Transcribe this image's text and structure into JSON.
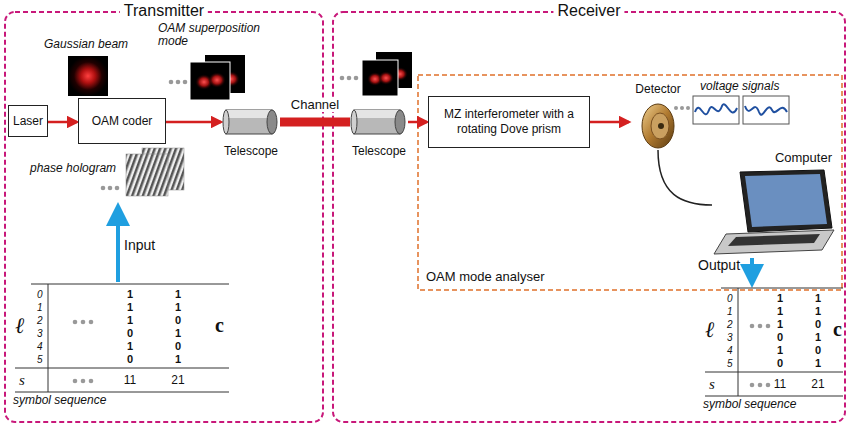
{
  "diagram": {
    "nodes": [
      {
        "text": [
          "Transmitter"
        ]
      },
      {
        "text": [
          "Laser"
        ],
        "in": 0
      },
      {
        "text": [
          "OAM coder"
        ],
        "in": 0
      },
      {
        "text": [
          "Telescope"
        ],
        "in": 0
      },
      {
        "text": [
          "Receiver"
        ]
      },
      {
        "text": [
          "Telescope"
        ],
        "in": 4
      },
      {
        "text": [
          "OAM mode analyser"
        ],
        "in": 4
      },
      {
        "text": [
          "MZ interferometer with a rotating Dove prism"
        ],
        "in": 6
      },
      {
        "text": [
          "Detector"
        ],
        "in": 6
      },
      {
        "text": [
          "Computer"
        ],
        "in": 6
      }
    ],
    "edges": [
      {
        "from": 1,
        "to": 2,
        "arrow": "to"
      },
      {
        "from": 2,
        "to": 3,
        "arrow": "to"
      },
      {
        "from": 3,
        "to": 5,
        "label": "Channel",
        "arrow": "none"
      },
      {
        "from": 5,
        "to": 7,
        "arrow": "to"
      },
      {
        "from": 7,
        "to": 8,
        "arrow": "to"
      },
      {
        "from": 8,
        "to": 9,
        "arrow": "none"
      }
    ],
    "labels": [
      "Gaussian beam",
      "OAM superposition mode",
      "phase hologram",
      "Input",
      "ℓ",
      "0",
      "1",
      "2",
      "3",
      "4",
      "5",
      "1",
      "1",
      "1",
      "0",
      "1",
      "0",
      "1",
      "1",
      "0",
      "1",
      "0",
      "1",
      "c",
      "s",
      "11",
      "21",
      "symbol sequence",
      "voltage signals",
      "Output",
      "ℓ",
      "0",
      "1",
      "2",
      "3",
      "4",
      "5",
      "1",
      "1",
      "1",
      "0",
      "1",
      "0",
      "1",
      "1",
      "0",
      "1",
      "0",
      "1",
      "c",
      "s",
      "11",
      "21",
      "symbol sequence"
    ]
  }
}
